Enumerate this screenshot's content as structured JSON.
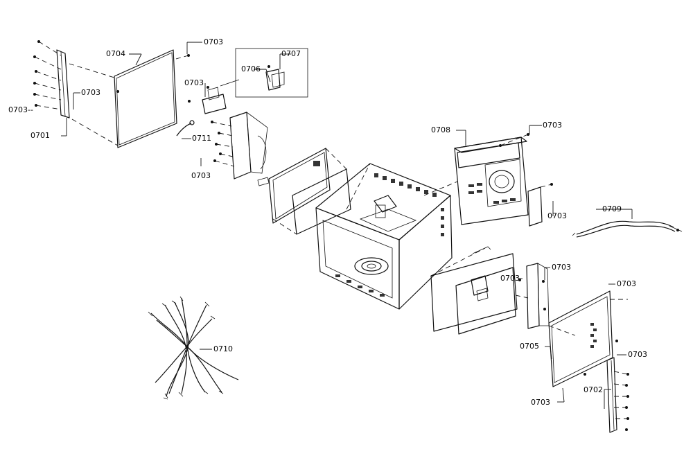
{
  "callouts": [
    {
      "id": "c1",
      "text": "0703"
    },
    {
      "id": "c2",
      "text": "0704"
    },
    {
      "id": "c3",
      "text": "0707"
    },
    {
      "id": "c4",
      "text": "0706"
    },
    {
      "id": "c5",
      "text": "0703"
    },
    {
      "id": "c6",
      "text": "0703"
    },
    {
      "id": "c7",
      "text": "0703--"
    },
    {
      "id": "c8",
      "text": "0701"
    },
    {
      "id": "c9",
      "text": "0711"
    },
    {
      "id": "c10",
      "text": "0703"
    },
    {
      "id": "c11",
      "text": "0708"
    },
    {
      "id": "c12",
      "text": "0703"
    },
    {
      "id": "c13",
      "text": "0703"
    },
    {
      "id": "c14",
      "text": "0709"
    },
    {
      "id": "c15",
      "text": "0703"
    },
    {
      "id": "c16",
      "text": "0703"
    },
    {
      "id": "c17",
      "text": "0703"
    },
    {
      "id": "c18",
      "text": "0710"
    },
    {
      "id": "c19",
      "text": "0705"
    },
    {
      "id": "c20",
      "text": "0703"
    },
    {
      "id": "c21",
      "text": "0702"
    },
    {
      "id": "c22",
      "text": "0703"
    }
  ],
  "parts": [
    "left-mounting-bracket",
    "left-side-panel",
    "switch-bracket",
    "detail-inset-switch",
    "wire-connector",
    "vent-duct",
    "door-choke-panel",
    "door-glass-panel",
    "oven-cavity",
    "outer-case-back",
    "power-cord",
    "control-board",
    "right-bracket",
    "right-side-panel",
    "right-mounting-bracket",
    "wire-harness"
  ]
}
